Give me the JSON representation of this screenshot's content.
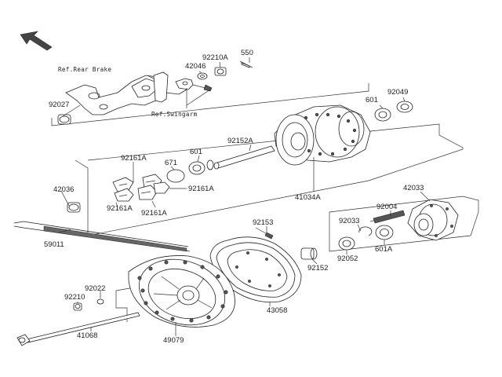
{
  "colors": {
    "line": "#333333",
    "background": "#ffffff"
  },
  "icons": {
    "direction": "front-arrow-icon"
  },
  "labels": {
    "p550": "550",
    "p92210a": "92210A",
    "p42046": "42046",
    "ref_rear_brake": "Ref.Rear Brake",
    "p92027": "92027",
    "ref_swingarm": "Ref.Swingarm",
    "p601_top": "601",
    "p92049": "92049",
    "p92152a": "92152A",
    "p601_mid": "601",
    "p92161a_1": "92161A",
    "p671": "671",
    "p92161a_2": "92161A",
    "p42036": "42036",
    "p92161a_3": "92161A",
    "p92161a_4": "92161A",
    "p41034a": "41034A",
    "p42033": "42033",
    "p92004": "92004",
    "p92033": "92033",
    "p92153": "92153",
    "p59011": "59011",
    "p601a": "601A",
    "p92052": "92052",
    "p92152": "92152",
    "p92022": "92022",
    "p92210": "92210",
    "p43058": "43058",
    "p41068": "41068",
    "p49079": "49079"
  }
}
